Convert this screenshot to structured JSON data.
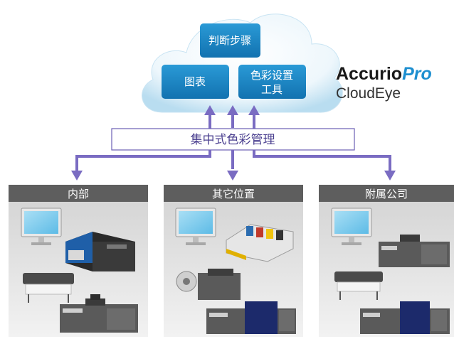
{
  "cloud": {
    "boxes": [
      {
        "label": "判断步骤"
      },
      {
        "label": "图表"
      },
      {
        "label_line1": "色彩设置",
        "label_line2": "工具"
      }
    ]
  },
  "brand": {
    "name_part1": "Accurio",
    "name_part2": "Pro",
    "subname": "CloudEye"
  },
  "hub": {
    "label": "集中式色彩管理"
  },
  "locations": [
    {
      "title": "内部"
    },
    {
      "title": "其它位置"
    },
    {
      "title": "附属公司"
    }
  ],
  "colors": {
    "cloud_box": "#1b88c8",
    "arrow": "#7a6cc2",
    "hub_border": "#6b5fb5",
    "hub_text": "#4a3f8f",
    "panel_header": "#5e5e5e",
    "panel_body": "#dcdcdc",
    "brand_accent": "#1e8fd0"
  }
}
